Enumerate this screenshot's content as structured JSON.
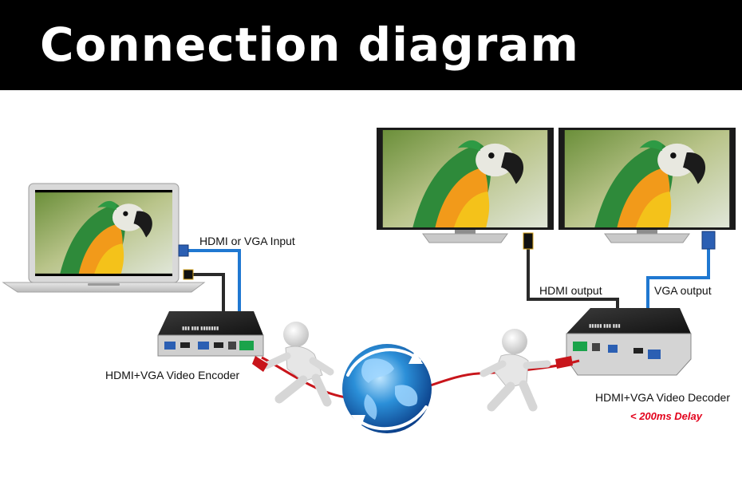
{
  "header": {
    "title": "Connection diagram"
  },
  "labels": {
    "input": "HDMI or VGA Input",
    "encoder": "HDMI+VGA Video Encoder",
    "hdmi_output": "HDMI output",
    "vga_output": "VGA output",
    "decoder": "HDMI+VGA Video Decoder",
    "delay": "< 200ms Delay"
  },
  "colors": {
    "banner": "#000000",
    "hdmi_cable": "#2a2a2a",
    "vga_cable": "#1f78d1",
    "network_cable": "#c8151b",
    "delay_text": "#e3001b"
  }
}
